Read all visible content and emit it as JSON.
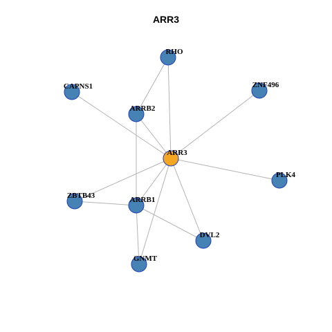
{
  "title": "ARR3",
  "colors": {
    "hub": "#f5a623",
    "node": "#4682b4",
    "node_border": "#1f3fbf",
    "edge": "#b3b3b3"
  },
  "nodes": [
    {
      "id": "ARR3",
      "label": "ARR3",
      "hub": true
    },
    {
      "id": "RHO",
      "label": "RHO"
    },
    {
      "id": "CAPNS1",
      "label": "CAPNS1"
    },
    {
      "id": "ZNF496",
      "label": "ZNF496"
    },
    {
      "id": "ARRB2",
      "label": "ARRB2"
    },
    {
      "id": "PLK4",
      "label": "PLK4"
    },
    {
      "id": "ZBTB43",
      "label": "ZBTB43"
    },
    {
      "id": "ARRB1",
      "label": "ARRB1"
    },
    {
      "id": "DVL2",
      "label": "DVL2"
    },
    {
      "id": "GNMT",
      "label": "GNMT"
    }
  ],
  "edges": [
    [
      "ARR3",
      "RHO"
    ],
    [
      "ARR3",
      "CAPNS1"
    ],
    [
      "ARR3",
      "ZNF496"
    ],
    [
      "ARR3",
      "ARRB2"
    ],
    [
      "ARR3",
      "PLK4"
    ],
    [
      "ARR3",
      "ZBTB43"
    ],
    [
      "ARR3",
      "ARRB1"
    ],
    [
      "ARR3",
      "DVL2"
    ],
    [
      "ARR3",
      "GNMT"
    ],
    [
      "RHO",
      "ARRB2"
    ],
    [
      "ARRB2",
      "ARRB1"
    ],
    [
      "ZBTB43",
      "ARRB1"
    ],
    [
      "ARRB1",
      "DVL2"
    ],
    [
      "ARRB1",
      "GNMT"
    ]
  ]
}
